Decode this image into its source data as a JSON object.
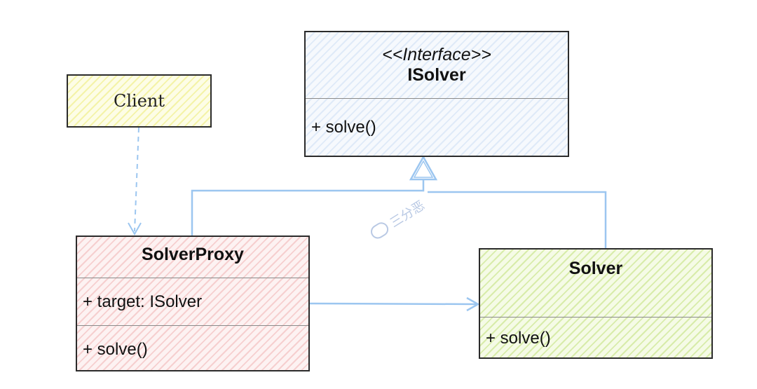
{
  "interface": {
    "stereotype": "<<Interface>>",
    "name": "ISolver",
    "method": "+ solve()"
  },
  "client": {
    "name": "Client"
  },
  "proxy": {
    "name": "SolverProxy",
    "field": "+ target: ISolver",
    "method": "+ solve()"
  },
  "solver": {
    "name": "Solver",
    "method": "+ solve()"
  },
  "watermark": {
    "text": "三分恶",
    "icon": "wechat-icon"
  },
  "colors": {
    "connector": "#9cc6f0",
    "outline": "#2b2b2b",
    "interface_fill": "#dfeaf8",
    "client_fill": "#f4f3a8",
    "proxy_fill": "#f6cfcf",
    "solver_fill": "#d8ecaa"
  }
}
